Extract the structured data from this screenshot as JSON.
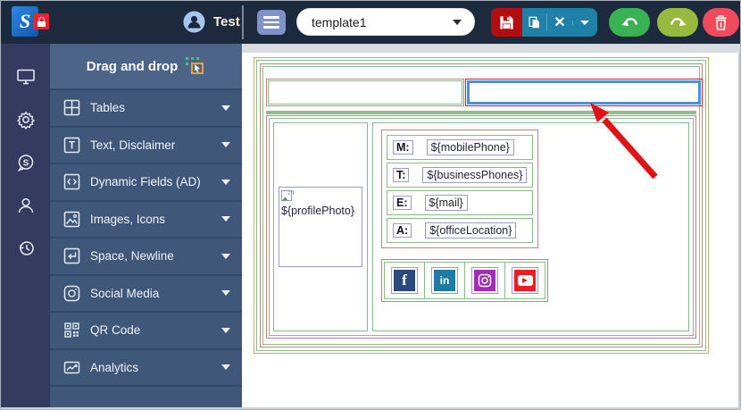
{
  "topbar": {
    "logo_letter": "S",
    "logo_icons": [
      "brand-s-icon",
      "lock-icon"
    ],
    "user_label": "Test",
    "template_dropdown_value": "template1",
    "icons": [
      "menu-icon",
      "save-icon",
      "copy-icon",
      "close-icon",
      "dropdown-chevron-icon",
      "undo-icon",
      "redo-icon",
      "delete-icon"
    ]
  },
  "rail": {
    "icons": [
      "monitor-icon",
      "settings-gear-icon",
      "chat-dollar-icon",
      "user-icon",
      "history-clock-icon"
    ]
  },
  "sidebar": {
    "header_label": "Drag and drop",
    "header_icon": "drag-drop-cursor-icon",
    "sections": [
      {
        "label": "Tables",
        "icon": "table-icon"
      },
      {
        "label": "Text, Disclaimer",
        "icon": "text-icon"
      },
      {
        "label": "Dynamic Fields (AD)",
        "icon": "code-brackets-icon"
      },
      {
        "label": "Images, Icons",
        "icon": "image-icon"
      },
      {
        "label": "Space, Newline",
        "icon": "newline-icon"
      },
      {
        "label": "Social Media",
        "icon": "social-circle-icon"
      },
      {
        "label": "QR Code",
        "icon": "qr-code-icon"
      },
      {
        "label": "Analytics",
        "icon": "analytics-chart-icon"
      }
    ]
  },
  "canvas": {
    "signature_template": {
      "profile_photo_placeholder": "${profilePhoto}",
      "contact_fields": [
        {
          "label": "M:",
          "value": "${mobilePhone}"
        },
        {
          "label": "T:",
          "value": "${businessPhones}"
        },
        {
          "label": "E:",
          "value": "${mail}"
        },
        {
          "label": "A:",
          "value": "${officeLocation}"
        }
      ],
      "social_icons": [
        {
          "name": "facebook-icon",
          "glyph": "f",
          "color": "#29487d"
        },
        {
          "name": "linkedin-icon",
          "glyph": "in",
          "color": "#1e7ba4"
        },
        {
          "name": "instagram-icon",
          "glyph": "",
          "color": "#a12db8"
        },
        {
          "name": "youtube-icon",
          "glyph": "",
          "color": "#ee1d23"
        }
      ]
    },
    "annotation": {
      "type": "red-arrow",
      "points_at": "selected-header-field"
    }
  },
  "colors": {
    "topbar_bg": "#1d2a3e",
    "rail_bg": "#353b5e",
    "sidebar_bg": "#3f5879",
    "sidebar_header_bg": "#4c6488",
    "save_red": "#b30d11",
    "teal_group": "#1f81a8",
    "undo_green": "#3ab253",
    "redo_green": "#97ba3e",
    "delete_red": "#f14a5d",
    "border_olive": "#b9b16a",
    "border_green": "#8abb8a",
    "border_redbrown": "#bb8585",
    "selection_red": "#ee1212",
    "selection_blue": "#4b92d8",
    "field_border_purple": "#9a9ace",
    "arrow_red": "#df1216"
  }
}
